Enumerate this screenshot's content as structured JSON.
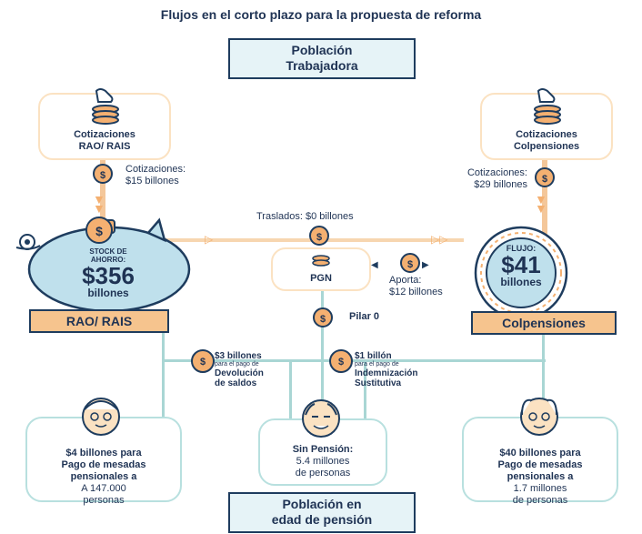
{
  "title": "Flujos en el corto plazo para la propuesta de reforma",
  "top_box": {
    "line1": "Población",
    "line2": "Trabajadora"
  },
  "bottom_box": {
    "line1": "Población en",
    "line2": "edad de pensión"
  },
  "left_card": {
    "line1": "Cotizaciones",
    "line2": "RAO/ RAIS"
  },
  "right_card": {
    "line1": "Cotizaciones",
    "line2": "Colpensiones"
  },
  "left_flow": {
    "line1": "Cotizaciones:",
    "line2": "$15 billones"
  },
  "right_flow": {
    "line1": "Cotizaciones:",
    "line2": "$29 billones"
  },
  "traslados": "Traslados: $0 billones",
  "piggy": {
    "line1": "STOCK DE",
    "line2": "AHORRO:",
    "amount": "$356",
    "unit": "billones"
  },
  "flujo": {
    "label": "FLUJO:",
    "amount": "$41",
    "unit": "billones"
  },
  "rao_bar": "RAO/ RAIS",
  "colp_bar": "Colpensiones",
  "pgn": "PGN",
  "aporta": {
    "line1": "Aporta:",
    "line2": "$12 billones"
  },
  "pilar": "Pilar 0",
  "devolucion": {
    "amount": "$3 billones",
    "small": "para el pago de",
    "line1": "Devolución",
    "line2": "de saldos"
  },
  "indemnizacion": {
    "amount": "$1 billón",
    "small": "para el pago de",
    "line1": "Indemnización",
    "line2": "Sustitutiva"
  },
  "left_pension": {
    "line1": "$4 billones para",
    "line2": "Pago de mesadas",
    "line3": "pensionales a",
    "line4": "A 147.000",
    "line5": "personas"
  },
  "mid_pension": {
    "line1": "Sin Pensión:",
    "line2": "5.4 millones",
    "line3": "de personas"
  },
  "right_pension": {
    "line1": "$40 billones para",
    "line2": "Pago de mesadas",
    "line3": "pensionales a",
    "line4": "1.7 millones",
    "line5": "de personas"
  },
  "colors": {
    "navy": "#1e3c5e",
    "orange": "#f4b071",
    "peach": "#fbe2c2",
    "teal": "#a9d6d4",
    "light_blue": "#bfe0ec"
  }
}
